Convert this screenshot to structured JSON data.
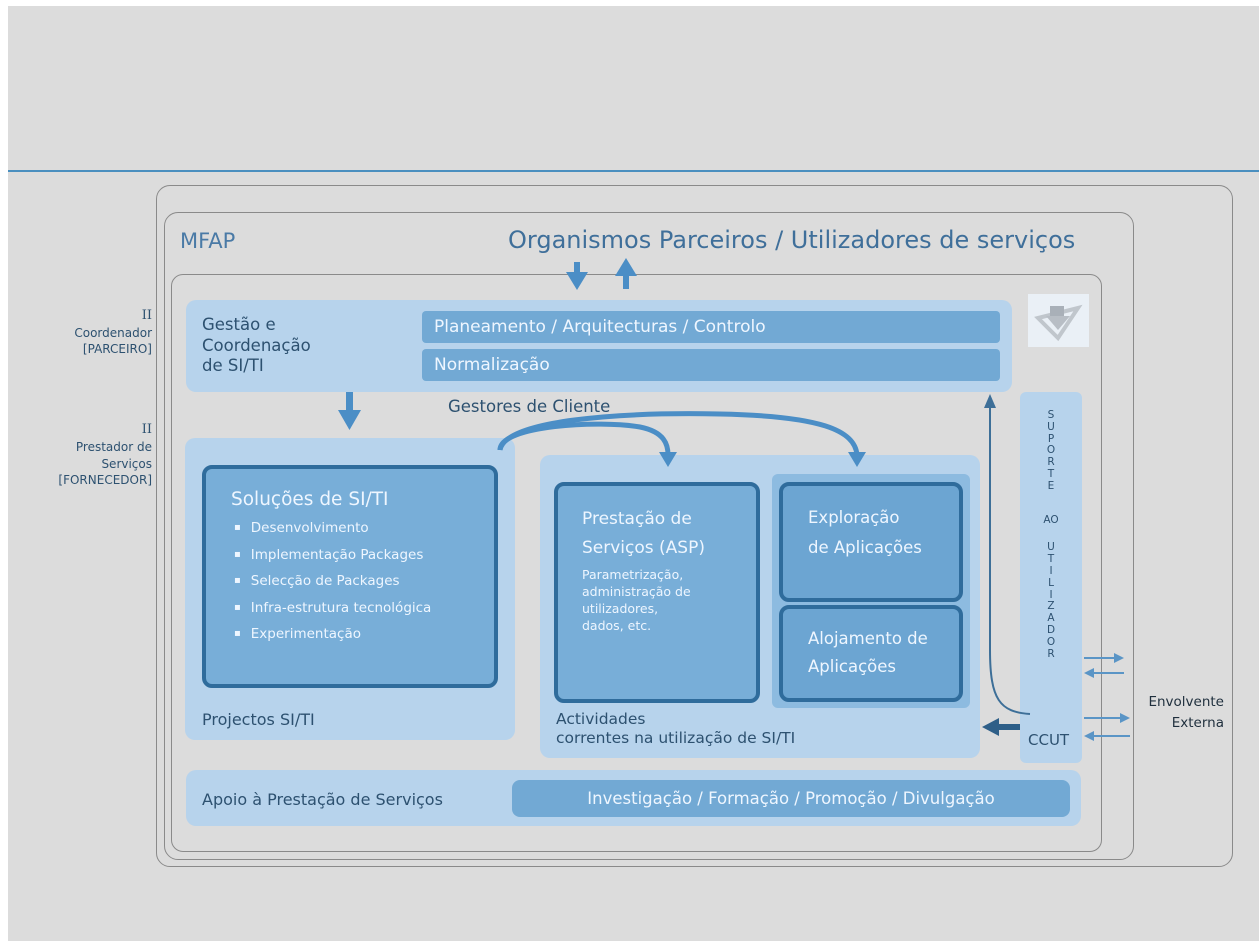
{
  "left_labels": {
    "coordinator": [
      "II",
      "Coordenador",
      "[PARCEIRO]"
    ],
    "provider": [
      "II",
      "Prestador de",
      "Serviços",
      "[FORNECEDOR]"
    ]
  },
  "mfap": "MFAP",
  "partners": "Organismos Parceiros / Utilizadores de serviços",
  "gestao": {
    "title_lines": [
      "Gestão e",
      "Coordenação",
      "de SI/TI"
    ],
    "planeamento": "Planeamento / Arquitecturas / Controlo",
    "normalizacao": "Normalização"
  },
  "gestores_cliente": "Gestores de Cliente",
  "solucoes": {
    "title": "Soluções de SI/TI",
    "items": [
      "Desenvolvimento",
      "Implementação Packages",
      "Selecção de Packages",
      "Infra-estrutura tecnológica",
      "Experimentação"
    ]
  },
  "projectos": "Projectos SI/TI",
  "prestacao": {
    "title_lines": [
      "Prestação de",
      "Serviços (ASP)"
    ],
    "desc_lines": [
      "Parametrização,",
      "administração de",
      "utilizadores,",
      "dados, etc."
    ]
  },
  "exploracao": [
    "Exploração",
    "de Aplicações"
  ],
  "alojamento": [
    "Alojamento de",
    "Aplicações"
  ],
  "actividades": [
    "Actividades",
    "correntes na utilização de SI/TI"
  ],
  "suporte": {
    "letters": [
      "S",
      "U",
      "P",
      "O",
      "R",
      "T",
      "E"
    ],
    "ao": "AO",
    "letters2": [
      "U",
      "T",
      "I",
      "L",
      "I",
      "Z",
      "A",
      "D",
      "O",
      "R"
    ]
  },
  "ccut": "CCUT",
  "envolvente": [
    "Envolvente",
    "Externa"
  ],
  "apoio": "Apoio à Prestação de Serviços",
  "investigacao": "Investigação / Formação / Promoção / Divulgação",
  "colors": {
    "background": "#dcdcdc",
    "panel_light": "#b7d3ec",
    "bar": "#72a9d4",
    "box_fill": "#78aed8",
    "box_border": "#2f6c9c",
    "arrow": "#4b8ec6",
    "dark_text": "#2d5170"
  }
}
